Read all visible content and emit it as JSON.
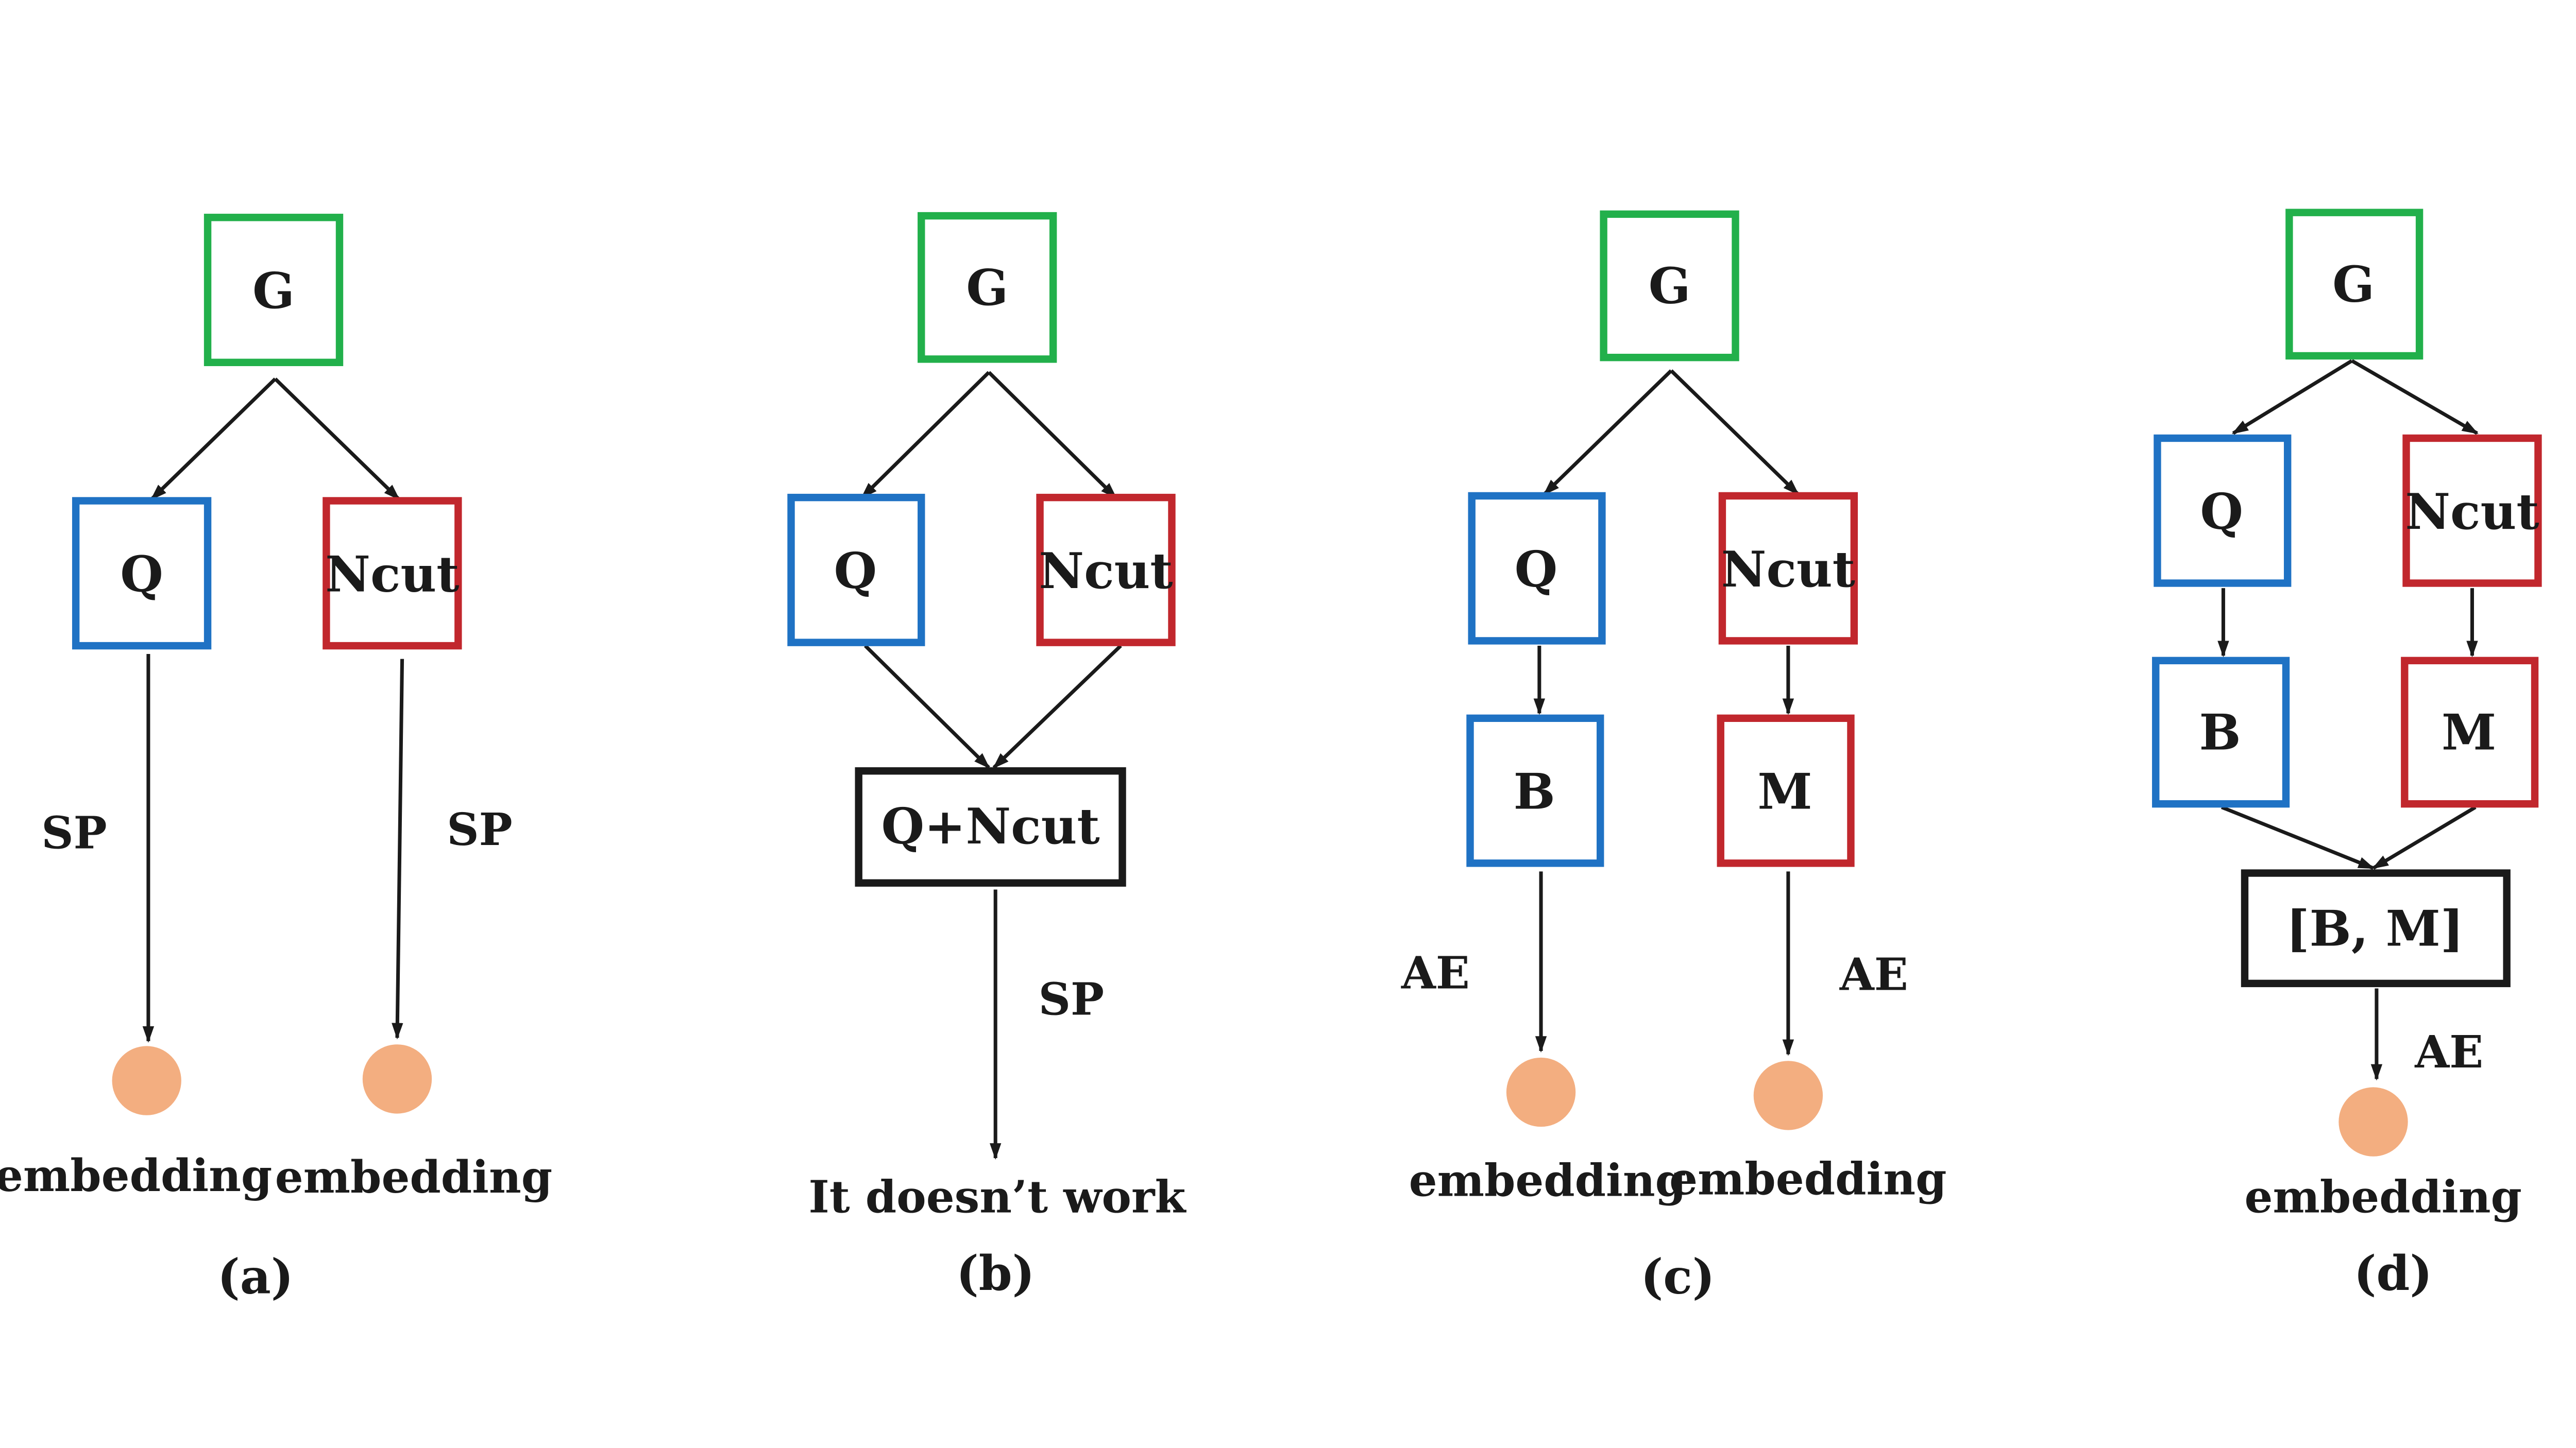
{
  "colors": {
    "green": "#22b04b",
    "blue": "#1f72c4",
    "red": "#c1272d",
    "black": "#1a1a1a",
    "embedding": "#f3ae80"
  },
  "diagrams": [
    {
      "caption": "(a)",
      "nodes": [
        {
          "id": "a-g",
          "label": "G",
          "color": "green"
        },
        {
          "id": "a-q",
          "label": "Q",
          "color": "blue"
        },
        {
          "id": "a-ncut",
          "label": "Ncut",
          "color": "red"
        }
      ],
      "edge_labels": [
        "SP",
        "SP"
      ],
      "outputs": [
        "embedding",
        "embedding"
      ]
    },
    {
      "caption": "(b)",
      "nodes": [
        {
          "id": "b-g",
          "label": "G",
          "color": "green"
        },
        {
          "id": "b-q",
          "label": "Q",
          "color": "blue"
        },
        {
          "id": "b-ncut",
          "label": "Ncut",
          "color": "red"
        },
        {
          "id": "b-qncut",
          "label": "Q+Ncut",
          "color": "black"
        }
      ],
      "edge_labels": [
        "SP"
      ],
      "outputs": [
        "It doesn’t work"
      ]
    },
    {
      "caption": "(c)",
      "nodes": [
        {
          "id": "c-g",
          "label": "G",
          "color": "green"
        },
        {
          "id": "c-q",
          "label": "Q",
          "color": "blue"
        },
        {
          "id": "c-ncut",
          "label": "Ncut",
          "color": "red"
        },
        {
          "id": "c-b",
          "label": "B",
          "color": "blue"
        },
        {
          "id": "c-m",
          "label": "M",
          "color": "red"
        }
      ],
      "edge_labels": [
        "AE",
        "AE"
      ],
      "outputs": [
        "embedding",
        "embedding"
      ]
    },
    {
      "caption": "(d)",
      "nodes": [
        {
          "id": "d-g",
          "label": "G",
          "color": "green"
        },
        {
          "id": "d-q",
          "label": "Q",
          "color": "blue"
        },
        {
          "id": "d-ncut",
          "label": "Ncut",
          "color": "red"
        },
        {
          "id": "d-b",
          "label": "B",
          "color": "blue"
        },
        {
          "id": "d-m",
          "label": "M",
          "color": "red"
        },
        {
          "id": "d-bm",
          "label": "[B, M]",
          "color": "black"
        }
      ],
      "edge_labels": [
        "AE"
      ],
      "outputs": [
        "embedding"
      ]
    }
  ]
}
